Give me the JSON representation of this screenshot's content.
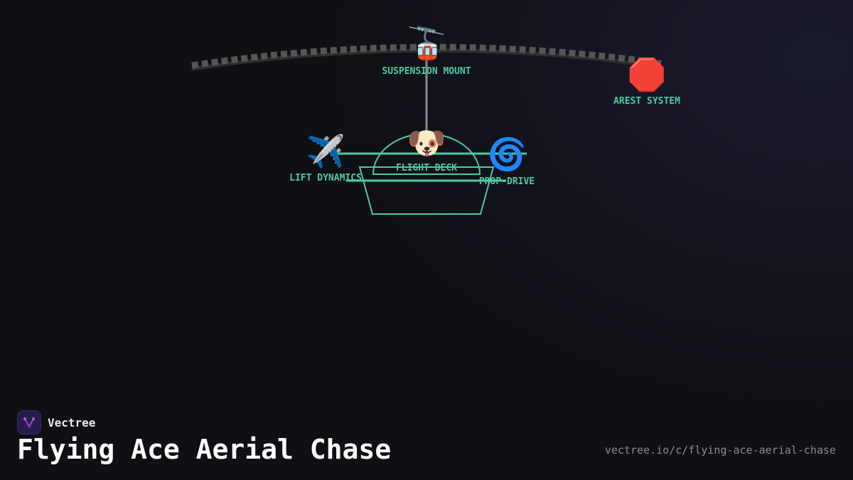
{
  "diagram": {
    "nodes": [
      {
        "label": "SUSPENSION MOUNT",
        "icon": "aerial-tramway-icon",
        "emoji": "🚡"
      },
      {
        "label": "AREST SYSTEM",
        "icon": "stop-sign-icon",
        "emoji": "🛑"
      },
      {
        "label": "LIFT DYNAMICS",
        "icon": "airplane-icon",
        "emoji": "✈️"
      },
      {
        "label": "FLIGHT DECK",
        "icon": "dog-face-icon",
        "emoji": "🐶"
      },
      {
        "label": "PROP-DRIVE",
        "icon": "cyclone-icon",
        "emoji": "🌀"
      }
    ],
    "colors": {
      "accent": "#4fc9a0",
      "track": "#555555",
      "rope": "#8a8a8a"
    }
  },
  "brand": {
    "name": "Vectree"
  },
  "title": "Flying Ace Aerial Chase",
  "url": "vectree.io/c/flying-ace-aerial-chase"
}
